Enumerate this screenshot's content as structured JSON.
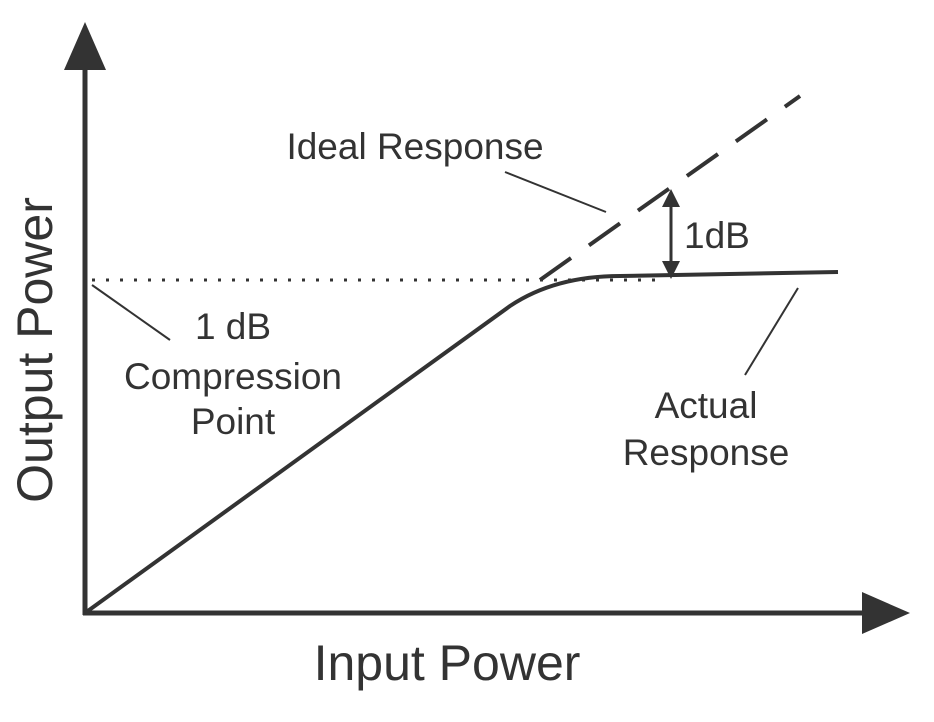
{
  "colors": {
    "ink": "#333333",
    "background": "#ffffff"
  },
  "axes": {
    "x_label": "Input Power",
    "y_label": "Output Power"
  },
  "annotations": {
    "ideal_response": "Ideal Response",
    "gain_gap": "1dB",
    "compression_line1": "1 dB",
    "compression_line2": "Compression",
    "compression_line3": "Point",
    "actual_line1": "Actual",
    "actual_line2": "Response"
  }
}
